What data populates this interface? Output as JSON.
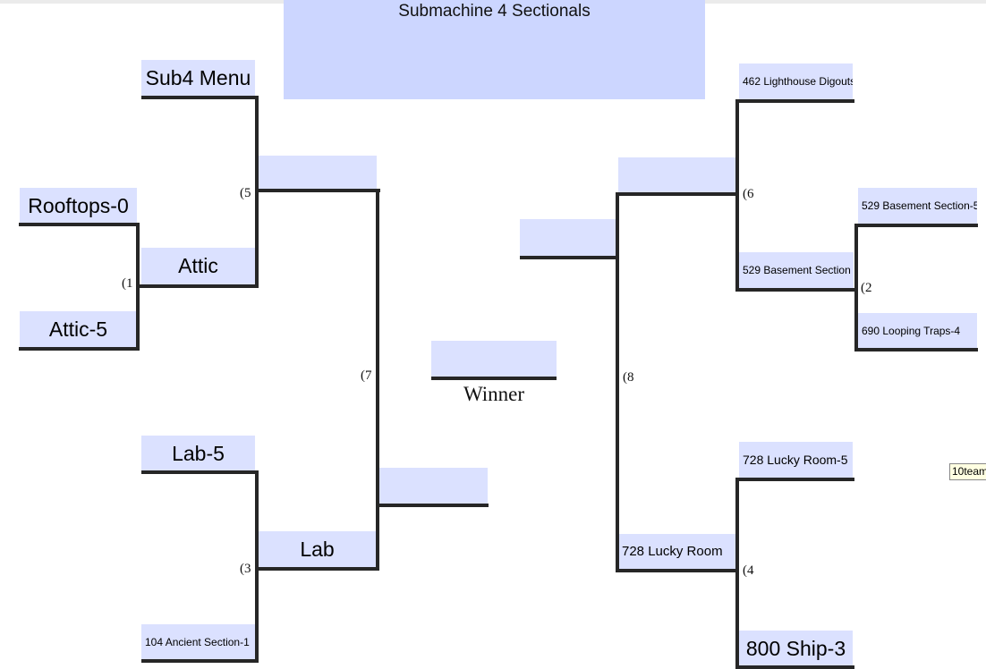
{
  "title": "Submachine 4 Sectionals",
  "left_bracket": {
    "r1_sub4_menu": "Sub4 Menu",
    "r1_rooftops": "Rooftops-0",
    "r1_attic5": "Attic-5",
    "r2_attic": "Attic",
    "r1_lab5": "Lab-5",
    "r1_ancient": "104 Ancient Section-1",
    "r2_lab": "Lab",
    "seed_1": "(1",
    "seed_5": "(5",
    "seed_3": "(3",
    "seed_7": "(7"
  },
  "right_bracket": {
    "r1_lighthouse": "462 Lighthouse Digouts",
    "r1_basement5": "529 Basement Section-5",
    "r1_looping": "690 Looping Traps-4",
    "r2_basement": "529 Basement Section",
    "r1_lucky5": "728 Lucky Room-5",
    "r1_ship": "800 Ship-3",
    "r2_lucky": "728 Lucky Room",
    "seed_6": "(6",
    "seed_2": "(2",
    "seed_4": "(4",
    "seed_8": "(8"
  },
  "final": {
    "winner_label": "Winner"
  },
  "tooltip": "10team"
}
